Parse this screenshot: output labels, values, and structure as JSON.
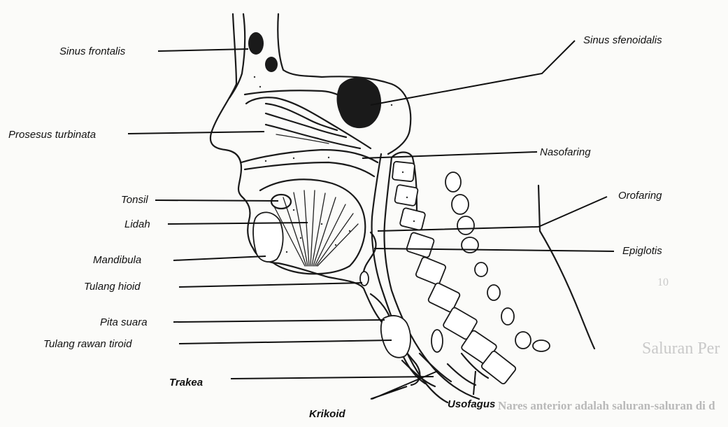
{
  "labels": {
    "sinus_frontalis": "Sinus frontalis",
    "sinus_sfenoidalis": "Sinus sfenoidalis",
    "prosesus_turbinata": "Prosesus turbinata",
    "nasofaring": "Nasofaring",
    "orofaring": "Orofaring",
    "tonsil": "Tonsil",
    "lidah": "Lidah",
    "epiglotis": "Epiglotis",
    "mandibula": "Mandibula",
    "tulang_hioid": "Tulang hioid",
    "pita_suara": "Pita suara",
    "tulang_rawan_tiroid": "Tulang rawan tiroid",
    "trakea": "Trakea",
    "krikoid": "Krikoid",
    "usofagus": "Usofagus"
  },
  "background_text": {
    "page_num": "10",
    "heading": "Saluran Per",
    "body_line": "Nares anterior adalah saluran-saluran di d"
  }
}
